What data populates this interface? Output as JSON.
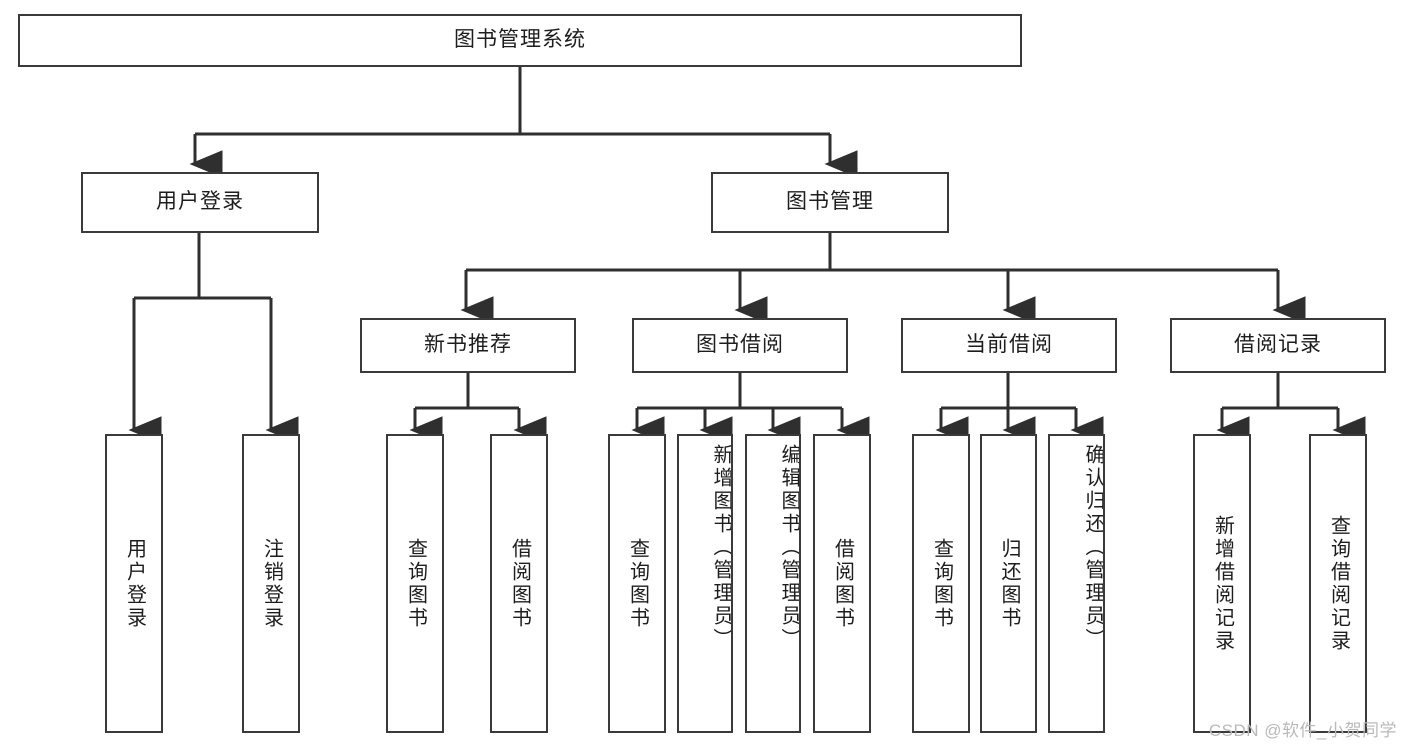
{
  "diagram": {
    "type": "tree-hierarchy",
    "title": "图书管理系统",
    "watermark": "CSDN @软件_小贺同学",
    "colors": {
      "border": "#3a3a3a",
      "background": "#ffffff",
      "text": "#1d1d1d",
      "connector": "#2f2f2f",
      "watermark": "#b9b9b9"
    },
    "root": {
      "label": "图书管理系统"
    },
    "level2": [
      {
        "label": "用户登录"
      },
      {
        "label": "图书管理"
      }
    ],
    "level3": [
      {
        "label": "新书推荐"
      },
      {
        "label": "图书借阅"
      },
      {
        "label": "当前借阅"
      },
      {
        "label": "借阅记录"
      }
    ],
    "leaves": {
      "user_login": [
        {
          "label": "用户登录"
        },
        {
          "label": "注销登录"
        }
      ],
      "new_book_recommend": [
        {
          "label": "查询图书"
        },
        {
          "label": "借阅图书"
        }
      ],
      "book_borrow": [
        {
          "label": "查询图书"
        },
        {
          "label": "新增图书（管理员）"
        },
        {
          "label": "编辑图书（管理员）"
        },
        {
          "label": "借阅图书"
        }
      ],
      "current_borrow": [
        {
          "label": "查询图书"
        },
        {
          "label": "归还图书"
        },
        {
          "label": "确认归还（管理员）"
        }
      ],
      "borrow_record": [
        {
          "label": "新增借阅记录"
        },
        {
          "label": "查询借阅记录"
        }
      ]
    }
  }
}
